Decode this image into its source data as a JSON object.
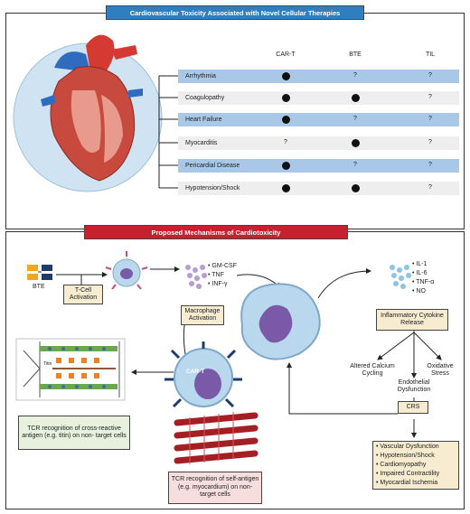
{
  "top": {
    "title": "Cardiovascular Toxicity Associated with Novel Cellular Therapies",
    "columns": [
      "CAR-T",
      "BTE",
      "TIL"
    ],
    "rows": [
      {
        "label": "Arrhythmia",
        "values": [
          "dot",
          "?",
          "?"
        ],
        "shaded": true
      },
      {
        "label": "Coagulopathy",
        "values": [
          "dot",
          "dot",
          "?"
        ],
        "shaded": false
      },
      {
        "label": "Heart Failure",
        "values": [
          "dot",
          "?",
          "?"
        ],
        "shaded": true
      },
      {
        "label": "Myocarditis",
        "values": [
          "?",
          "dot",
          "?"
        ],
        "shaded": false
      },
      {
        "label": "Pericardial Disease",
        "values": [
          "dot",
          "?",
          "?"
        ],
        "shaded": true
      },
      {
        "label": "Hypotension/Shock",
        "values": [
          "dot",
          "dot",
          "?"
        ],
        "shaded": false
      }
    ],
    "question_mark": "?"
  },
  "bottom": {
    "title": "Proposed Mechanisms of Cardiotoxicity",
    "bte_label": "BTE",
    "tcell_activation": "T-Cell Activation",
    "cytokines_a": [
      "• GM-CSF",
      "• TNF",
      "• INF-γ"
    ],
    "macrophage_activation": "Macrophage Activation",
    "cytokines_b": [
      "• IL-1",
      "• IL-6",
      "• TNF-α",
      "• NO"
    ],
    "inflammatory_release": "Inflammatory Cytokine Release",
    "altered_calcium": "Altered Calcium Cycling",
    "oxidative_stress": "Oxidative Stress",
    "endothelial": "Endothelial Dysfunction",
    "crs": "CRS",
    "crs_outcomes": [
      "• Vascular Dysfunction",
      "• Hypotension/Shock",
      "• Cardiomyopathy",
      "• Impaired Contractility",
      "• Myocardial Ischemia"
    ],
    "car_t_label": "CAR-T",
    "titin_label": "Titin",
    "tcr_titin": "TCR recognition of cross-reactive antigen (e.g. titin) on non- target cells",
    "tcr_self": "TCR recognition of self-antigen (e.g. myocardium) on non-target cells"
  },
  "colors": {
    "blue_banner": "#2f7fc0",
    "red_banner": "#c8202e",
    "row_shade": "#a9c8e8",
    "row_plain": "#eeeeee",
    "green_box": "#e7f1dd",
    "pink_box": "#f6dede",
    "tan_box": "#f7ecd0",
    "blue_box": "#d3e6f4",
    "cell_blue": "#b9d8ee",
    "cell_nucleus": "#7a5aa8"
  }
}
